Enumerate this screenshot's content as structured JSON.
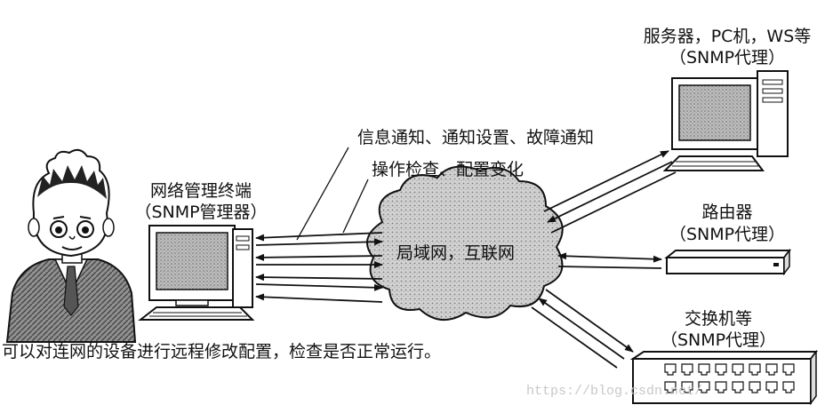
{
  "manager": {
    "title": "网络管理终端",
    "role": "（SNMP管理器）",
    "caption": "可以对连网的设备进行远程修改配置，检查是否正常运行。"
  },
  "messages": {
    "line1": "信息通知、通知设置、故障通知",
    "line2": "操作检查、配置变化"
  },
  "network": {
    "label": "局域网，互联网"
  },
  "agents": [
    {
      "title": "服务器，PC机，WS等",
      "role": "（SNMP代理）"
    },
    {
      "title": "路由器",
      "role": "（SNMP代理）"
    },
    {
      "title": "交换机等",
      "role": "（SNMP代理）"
    }
  ],
  "watermark": "https://blog.csdn.net/"
}
